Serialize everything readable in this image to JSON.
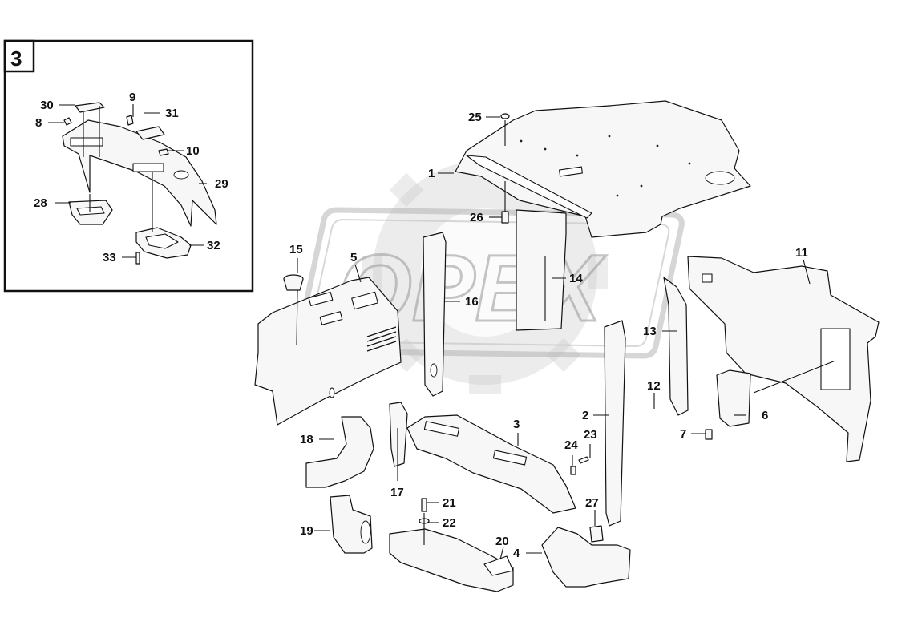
{
  "inset": {
    "number": "3",
    "callouts": {
      "c30": "30",
      "c8": "8",
      "c9": "9",
      "c31": "31",
      "c10": "10",
      "c29": "29",
      "c28": "28",
      "c32": "32",
      "c33": "33"
    }
  },
  "watermark": {
    "text": "OPEX"
  },
  "callouts": {
    "c25": "25",
    "c1": "1",
    "c26": "26",
    "c14": "14",
    "c11": "11",
    "c15": "15",
    "c5": "5",
    "c16": "16",
    "c13": "13",
    "c12": "12",
    "c6": "6",
    "c7": "7",
    "c2": "2",
    "c18": "18",
    "c17": "17",
    "c3": "3",
    "c24": "24",
    "c23": "23",
    "c21": "21",
    "c22": "22",
    "c27": "27",
    "c19": "19",
    "c20": "20",
    "c4": "4"
  }
}
